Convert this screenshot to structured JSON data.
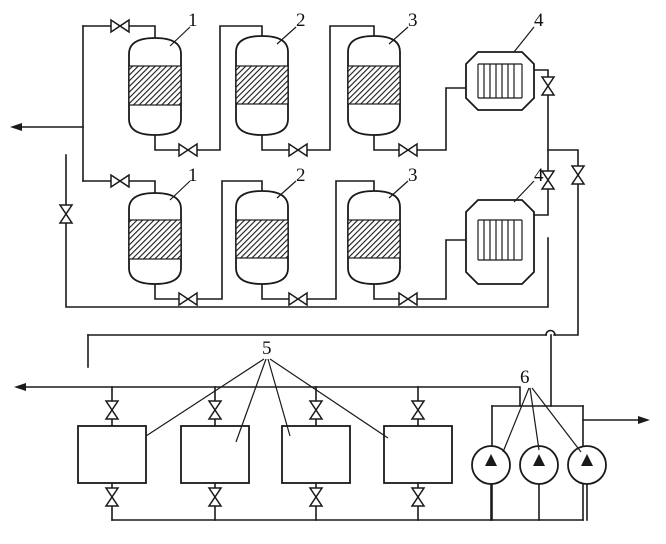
{
  "labels": {
    "l1_top": "1",
    "l2_top": "2",
    "l3_top": "3",
    "l4_top": "4",
    "l1_bot": "1",
    "l2_bot": "2",
    "l3_bot": "3",
    "l4_bot": "4",
    "l5": "5",
    "l6": "6"
  },
  "colors": {
    "line": "#1a1a1a",
    "background": "#ffffff"
  },
  "icons": {
    "valve": "bowtie-valve-icon",
    "pump": "pump-icon",
    "arrow": "arrow-icon"
  }
}
